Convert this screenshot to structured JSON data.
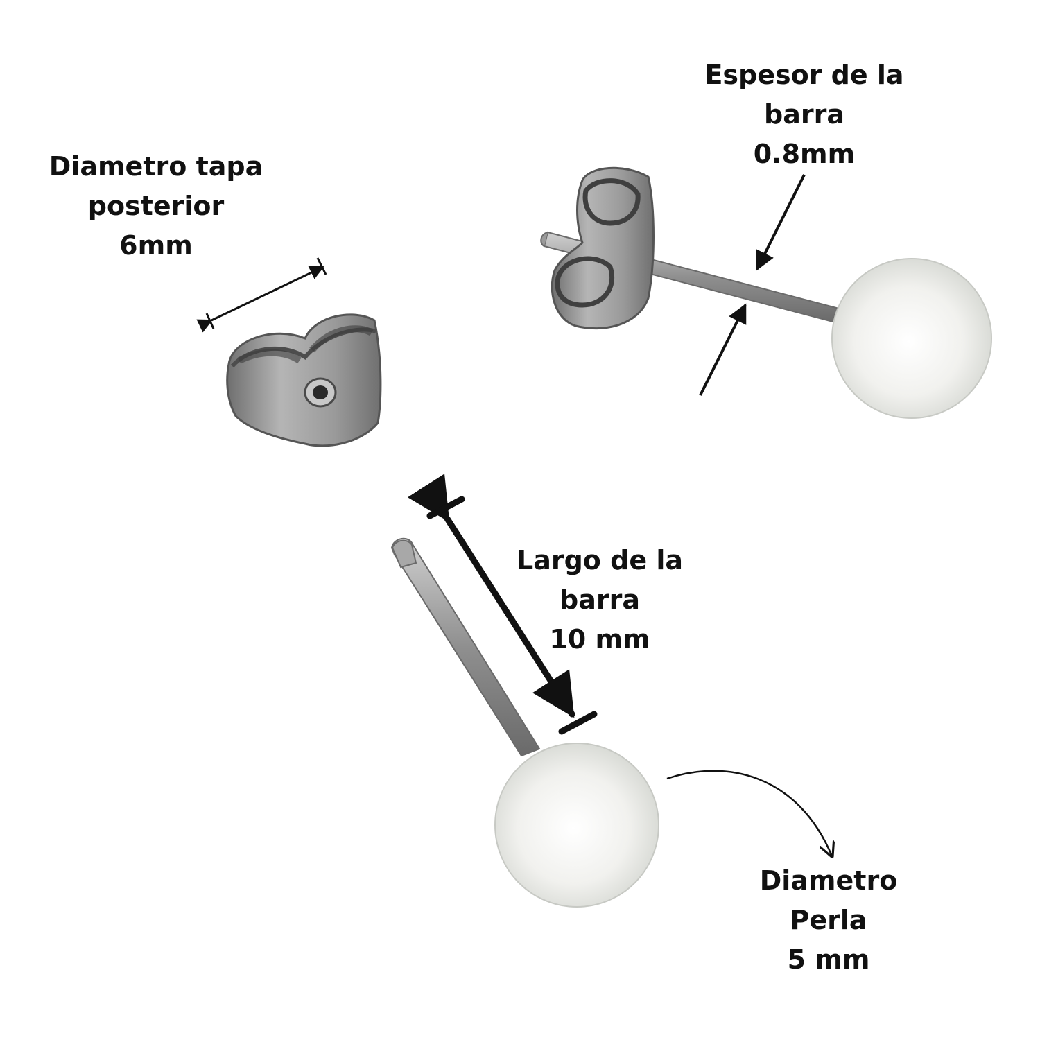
{
  "labels": {
    "back_cap": {
      "lines": [
        "Diametro tapa",
        "posterior",
        "6mm"
      ]
    },
    "bar_thickness": {
      "lines": [
        "Espesor de la",
        "barra",
        "0.8mm"
      ]
    },
    "bar_length": {
      "lines": [
        "Largo de la",
        "barra",
        "10 mm"
      ]
    },
    "pearl_diameter": {
      "lines": [
        "Diametro",
        "Perla",
        "5 mm"
      ]
    }
  },
  "colors": {
    "background": "#ffffff",
    "text": "#111111",
    "metal": "#8e8e8e",
    "pearl": "#f4f4f1"
  }
}
